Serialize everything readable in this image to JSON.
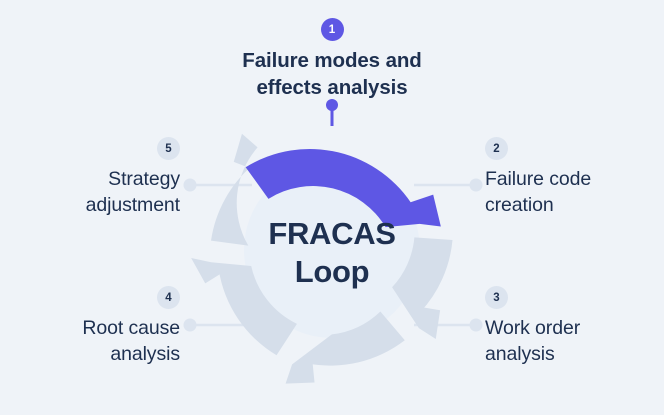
{
  "diagram": {
    "title": "FRACAS Loop",
    "title_line1": "FRACAS",
    "title_line2": "Loop",
    "background_color": "#eff3f8",
    "accent_color": "#5e57e4",
    "muted_arrow_color": "#d5deea",
    "text_color": "#1e3050",
    "badge_muted_color": "#dce4ef",
    "connector_color": "#dce4ef",
    "steps": [
      {
        "number": "1",
        "label": "Failure modes and\neffects analysis",
        "position": "top",
        "highlighted": true
      },
      {
        "number": "2",
        "label": "Failure code\ncreation",
        "position": "right-upper",
        "highlighted": false
      },
      {
        "number": "3",
        "label": "Work order\nanalysis",
        "position": "right-lower",
        "highlighted": false
      },
      {
        "number": "4",
        "label": "Root cause\nanalysis",
        "position": "left-lower",
        "highlighted": false
      },
      {
        "number": "5",
        "label": "Strategy\nadjustment",
        "position": "left-upper",
        "highlighted": false
      }
    ]
  }
}
